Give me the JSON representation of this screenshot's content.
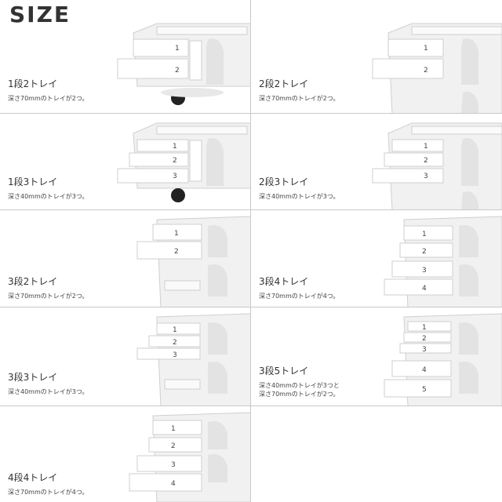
{
  "header": {
    "title": "SIZE"
  },
  "colors": {
    "divider": "#c9c9c9",
    "body": "#f1f1f1",
    "outline": "#cfcfcf",
    "caster": "#222222"
  },
  "icons": {
    "product": "boby-trolley-illustration",
    "wheel": "caster-wheel-icon"
  },
  "cells": [
    {
      "label": "1段2トレイ",
      "desc": "深さ70mmのトレイが2つ。",
      "trays": [
        "1",
        "2"
      ]
    },
    {
      "label": "2段2トレイ",
      "desc": "深さ70mmのトレイが2つ。",
      "trays": [
        "1",
        "2"
      ]
    },
    {
      "label": "1段3トレイ",
      "desc": "深さ40mmのトレイが3つ。",
      "trays": [
        "1",
        "2",
        "3"
      ]
    },
    {
      "label": "2段3トレイ",
      "desc": "深さ40mmのトレイが3つ。",
      "trays": [
        "1",
        "2",
        "3"
      ]
    },
    {
      "label": "3段2トレイ",
      "desc": "深さ70mmのトレイが2つ。",
      "trays": [
        "1",
        "2"
      ]
    },
    {
      "label": "3段4トレイ",
      "desc": "深さ70mmのトレイが4つ。",
      "trays": [
        "1",
        "2",
        "3",
        "4"
      ]
    },
    {
      "label": "3段3トレイ",
      "desc": "深さ40mmのトレイが3つ。",
      "trays": [
        "1",
        "2",
        "3"
      ]
    },
    {
      "label": "3段5トレイ",
      "desc": "深さ40mmのトレイが3つと\n深さ70mmのトレイが2つ。",
      "trays": [
        "1",
        "2",
        "3",
        "4",
        "5"
      ]
    },
    {
      "label": "4段4トレイ",
      "desc": "深さ70mmのトレイが4つ。",
      "trays": [
        "1",
        "2",
        "3",
        "4"
      ]
    }
  ]
}
